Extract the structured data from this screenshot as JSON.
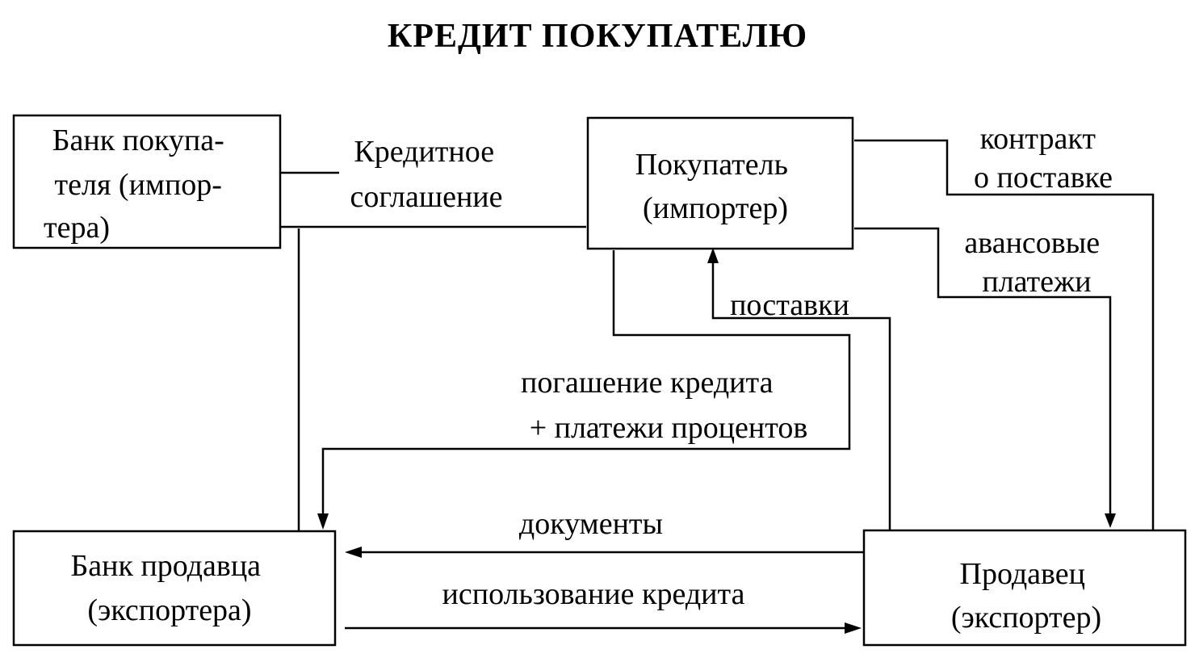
{
  "title": "КРЕДИТ ПОКУПАТЕЛЮ",
  "nodes": {
    "buyer_bank": {
      "lines": [
        "Банк покупа-",
        "теля (импор-",
        "тера)"
      ]
    },
    "buyer": {
      "lines": [
        "Покупатель",
        "(импортер)"
      ]
    },
    "seller_bank": {
      "lines": [
        "Банк продавца",
        "(экспортера)"
      ]
    },
    "seller": {
      "lines": [
        "Продавец",
        "(экспортер)"
      ]
    }
  },
  "edges": {
    "credit_agreement": {
      "lines": [
        "Кредитное",
        "соглашение"
      ]
    },
    "supply_contract": {
      "lines": [
        "контракт",
        "о поставке"
      ]
    },
    "advance_payments": {
      "lines": [
        "авансовые",
        "платежи"
      ]
    },
    "deliveries": {
      "lines": [
        "поставки"
      ]
    },
    "repayment": {
      "lines": [
        "погашение кредита",
        "+ платежи процентов"
      ]
    },
    "documents": {
      "lines": [
        "документы"
      ]
    },
    "credit_use": {
      "lines": [
        "использование кредита"
      ]
    }
  }
}
